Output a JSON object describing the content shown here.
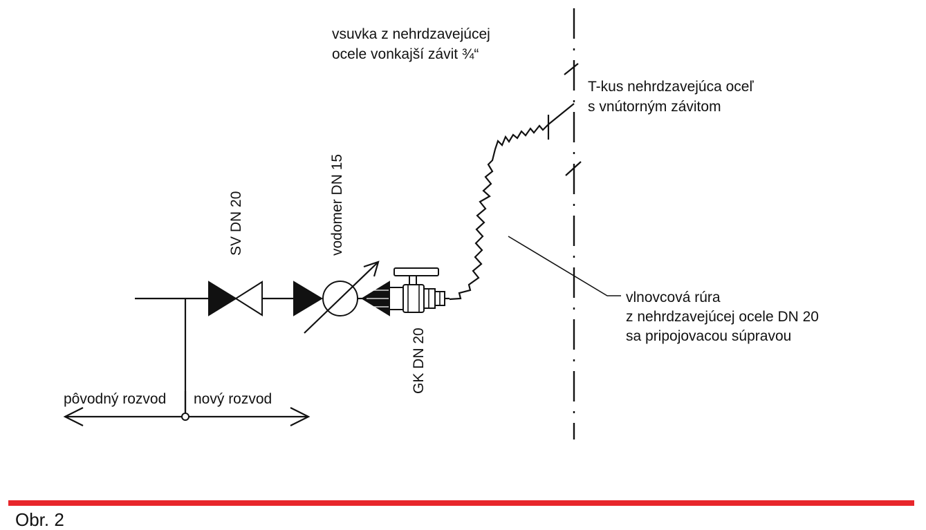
{
  "labels": {
    "nipple_line1": "vsuvka z nehrdzavejúcej",
    "nipple_line2": "ocele vonkajší závit ¾“",
    "tee_line1": "T-kus nehrdzavejúca oceľ",
    "tee_line2": "s vnútorným závitom",
    "sv": "SV DN 20",
    "meter": "vodomer DN 15",
    "gk": "GK DN 20",
    "hose_line1": "vlnovcová rúra",
    "hose_line2": "z nehrdzavejúcej ocele DN 20",
    "hose_line3": "sa pripojovacou súpravou",
    "original": "pôvodný rozvod",
    "new": "nový rozvod"
  },
  "footer": {
    "accent_color": "#e8262b",
    "partial_caption": "Obr. 2"
  }
}
